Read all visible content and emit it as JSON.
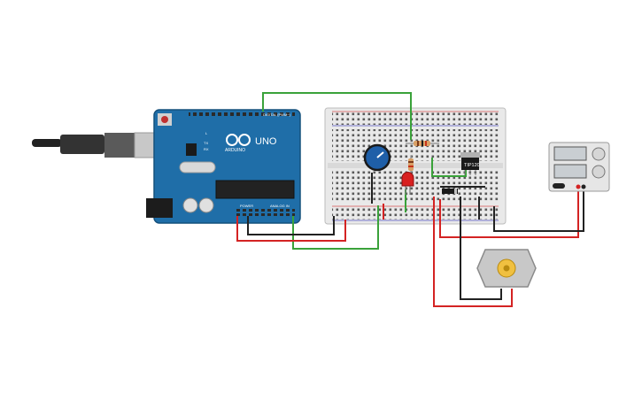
{
  "arduino": {
    "brand": "ARDUINO",
    "model": "UNO",
    "digital_label": "DIGITAL (PWM~)",
    "power_label": "POWER",
    "analog_label": "ANALOG IN",
    "tx_label": "TX",
    "rx_label": "RX",
    "l_label": "L"
  },
  "transistor": {
    "label": "TIP120"
  },
  "colors": {
    "board": "#1f6ea8",
    "wire_green": "#3aa23a",
    "wire_red": "#d42323",
    "wire_black": "#222222",
    "breadboard": "#e9e9e9",
    "potentiometer": "#1f5fa8",
    "led": "#d82020"
  },
  "icons": {
    "usb_cable": "usb-cable-icon",
    "potentiometer": "potentiometer-icon",
    "resistor": "resistor-icon",
    "led": "led-icon",
    "transistor": "transistor-icon",
    "diode": "diode-icon",
    "power_supply": "power-supply-icon",
    "motor": "dc-motor-icon"
  }
}
